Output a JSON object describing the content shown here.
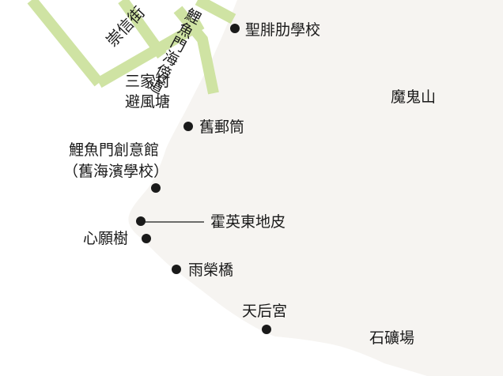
{
  "colors": {
    "land": "#f6f4f1",
    "sea": "#ffffff",
    "road": "#cfe3a3",
    "road_edge": "#a9cf6e",
    "marker": "#1a1a1a",
    "text": "#1a1a1a"
  },
  "roads": {
    "shun_shun_street": "崇信街",
    "lei_yue_mun_praya_road": "鯉魚門海傍道"
  },
  "areas": {
    "typhoon_shelter_line1": "三家村",
    "typhoon_shelter_line2": "避風塘",
    "devil_peak": "魔鬼山",
    "quarry": "石礦場"
  },
  "places": {
    "st_francis_school": "聖腓肋學校",
    "old_post_office": "舊郵筒",
    "creative_hub_line1": "鯉魚門創意館",
    "creative_hub_line2": "（舊海濱學校）",
    "fok_ying_tung_site": "霍英東地皮",
    "wishing_tree": "心願樹",
    "wing_wing_bridge": "雨榮橋",
    "tin_hau_temple": "天后宮"
  }
}
